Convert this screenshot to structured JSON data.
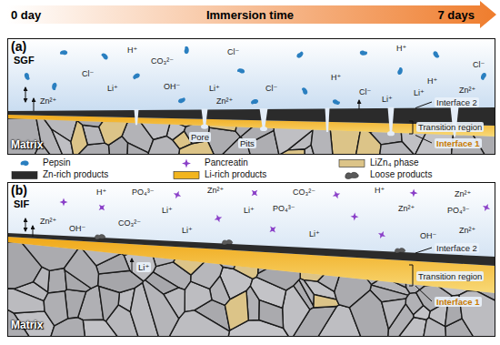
{
  "diagram": {
    "nodes": [
      {
        "text": [
          "(a)",
          "SGF"
        ]
      },
      {
        "text": [
          "(b)",
          "SIF"
        ]
      }
    ],
    "labels": [
      "0 day",
      "Immersion time",
      "7 days",
      "H⁺",
      "CO₃²⁻",
      "Cl⁻",
      "H⁺",
      "Cl⁻",
      "Cl⁻",
      "Li⁺",
      "OH⁻",
      "Li⁺",
      "Cl⁻",
      "H⁺",
      "Cl⁻",
      "H⁺",
      "Zn²⁺",
      "Zn²⁺",
      "Li⁺",
      "Li⁺",
      "Zn²⁺",
      "Pore",
      "Pits",
      "Interface 2",
      "Transition region",
      "Interface 1",
      "Matrix",
      "H⁺",
      "PO₄³⁻",
      "Zn²⁺",
      "CO₃²⁻",
      "H⁺",
      "Zn²⁺",
      "Li⁺",
      "Li⁺",
      "PO₄³⁻",
      "Zn²⁺",
      "PO₄³⁻",
      "Zn²⁺",
      "CO₃²⁻",
      "OH⁻",
      "Li⁺",
      "Li⁺",
      "OH⁻",
      "Zn²⁺",
      "Li⁺",
      "Interface 2",
      "Transition region",
      "Interface 1",
      "Matrix"
    ],
    "legend": [
      {
        "text": "Pepsin"
      },
      {
        "text": "Pancreatin"
      },
      {
        "text": "LiZn₄ phase",
        "color": "#dcc488"
      },
      {
        "text": "Zn-rich products",
        "color": "#2b2b2b"
      },
      {
        "text": "Li-rich products",
        "color": "#f2b51e"
      },
      {
        "text": "Loose products"
      }
    ]
  }
}
